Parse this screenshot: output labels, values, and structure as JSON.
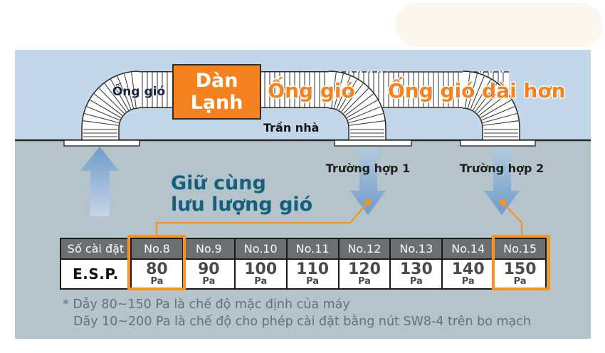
{
  "colors": {
    "accent_orange": "#F5821F",
    "highlight_border": "#F7941D",
    "sky_blue": "#C2D8EA",
    "ground_gray": "#B5C3CA",
    "table_header_bg": "#6D6E70",
    "note_teal": "#14607F",
    "arrow_blue": "#7EA5CC"
  },
  "diagram": {
    "left_duct_label": "Ống gió",
    "indoor_unit_line1": "Dàn",
    "indoor_unit_line2": "Lạnh",
    "mid_duct_label": "Ống gió",
    "right_duct_label": "Ống gió dài hơn",
    "ceiling_label": "Trần nhà",
    "airflow_note_line1": "Giữ cùng",
    "airflow_note_line2": "lưu lượng gió",
    "case1_label": "Trường hợp 1",
    "case2_label": "Trường hợp 2"
  },
  "table": {
    "setting_header": "Số cài đặt",
    "esp_header": "E.S.P.",
    "columns": [
      {
        "no": "No.8",
        "value": "80",
        "unit": "Pa",
        "highlighted": true
      },
      {
        "no": "No.9",
        "value": "90",
        "unit": "Pa",
        "highlighted": false
      },
      {
        "no": "No.10",
        "value": "100",
        "unit": "Pa",
        "highlighted": false
      },
      {
        "no": "No.11",
        "value": "110",
        "unit": "Pa",
        "highlighted": false
      },
      {
        "no": "No.12",
        "value": "120",
        "unit": "Pa",
        "highlighted": false
      },
      {
        "no": "No.13",
        "value": "130",
        "unit": "Pa",
        "highlighted": false
      },
      {
        "no": "No.14",
        "value": "140",
        "unit": "Pa",
        "highlighted": false
      },
      {
        "no": "No.15",
        "value": "150",
        "unit": "Pa",
        "highlighted": true
      }
    ]
  },
  "footnotes": {
    "line1": "* Dẫy  80~150 Pa là chế độ mặc định của máy",
    "line2": "Dãy  10~200 Pa là chế độ cho phép cài đặt bằng nút SW8-4 trên bo mạch"
  }
}
